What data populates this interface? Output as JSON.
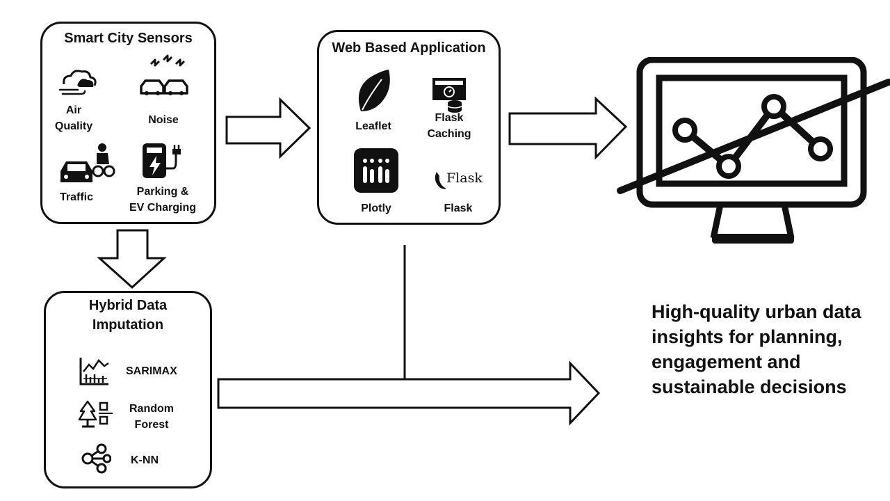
{
  "sensors": {
    "title": "Smart City Sensors",
    "air_quality": [
      "Air",
      "Quality"
    ],
    "noise": "Noise",
    "traffic": "Traffic",
    "parking": [
      "Parking &",
      "EV Charging"
    ]
  },
  "webapp": {
    "title": "Web Based Application",
    "leaflet": "Leaflet",
    "caching": [
      "Flask",
      "Caching"
    ],
    "plotly": "Plotly",
    "flask": "Flask",
    "flask_logo_text": "Flask"
  },
  "imputation": {
    "title": [
      "Hybrid Data",
      "Imputation"
    ],
    "sarimax": "SARIMAX",
    "random_forest": [
      "Random",
      "Forest"
    ],
    "knn": "K-NN"
  },
  "outcome": {
    "lines": [
      "High-quality urban data",
      "insights for planning,",
      "engagement and",
      "sustainable decisions"
    ]
  },
  "colors": {
    "stroke": "#111111",
    "background": "#ffffff"
  }
}
